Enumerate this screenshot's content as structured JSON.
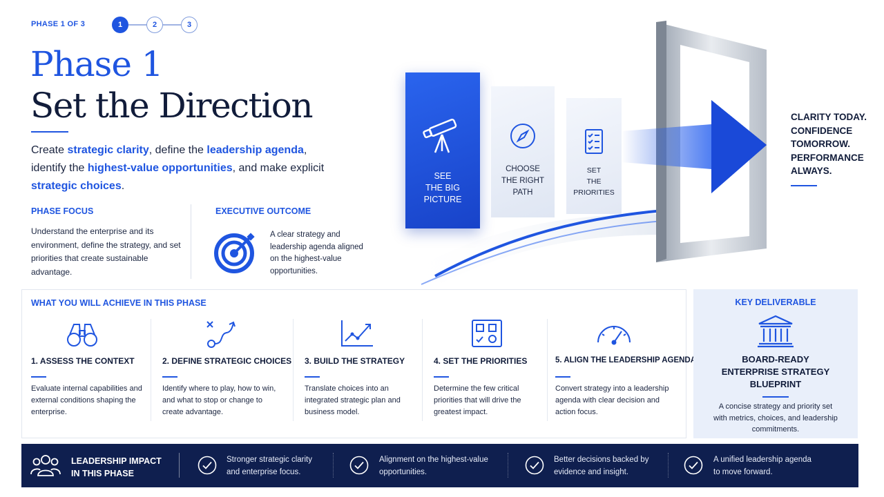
{
  "header": {
    "phase_label": "PHASE 1 OF 3",
    "steps": [
      "1",
      "2",
      "3"
    ],
    "active_step": 1,
    "title_line1": "Phase 1",
    "title_line2": "Set the Direction"
  },
  "intro": {
    "parts": [
      {
        "text": "Create ",
        "emphasis": false
      },
      {
        "text": "strategic clarity",
        "emphasis": true
      },
      {
        "text": ", define the ",
        "emphasis": false
      },
      {
        "text": "leadership agenda",
        "emphasis": true
      },
      {
        "text": ", identify the ",
        "emphasis": false
      },
      {
        "text": "highest-value opportunities",
        "emphasis": true
      },
      {
        "text": ", and make explicit ",
        "emphasis": false
      },
      {
        "text": "strategic choices",
        "emphasis": true
      },
      {
        "text": ".",
        "emphasis": false
      }
    ]
  },
  "phase_focus": {
    "heading": "PHASE FOCUS",
    "text": "Understand the enterprise and its environment, define the strategy, and set priorities that create sustainable advantage."
  },
  "executive_outcome": {
    "heading": "EXECUTIVE OUTCOME",
    "text": "A clear strategy and leadership agenda aligned on the highest-value opportunities.",
    "icon": "target-icon"
  },
  "hero": {
    "cards": [
      {
        "line1": "SEE",
        "line2": "THE BIG PICTURE",
        "icon": "telescope-icon"
      },
      {
        "line1": "CHOOSE",
        "line2": "THE RIGHT PATH",
        "icon": "compass-icon"
      },
      {
        "line1": "SET",
        "line2": "THE PRIORITIES",
        "icon": "checklist-icon"
      }
    ],
    "tagline": [
      "CLARITY TODAY.",
      "CONFIDENCE",
      "TOMORROW.",
      "PERFORMANCE",
      "ALWAYS."
    ]
  },
  "achieve": {
    "heading": "WHAT YOU WILL ACHIEVE IN THIS PHASE",
    "items": [
      {
        "title": "1. ASSESS THE CONTEXT",
        "text": "Evaluate internal capabilities and external conditions shaping the enterprise.",
        "icon": "binoculars-icon"
      },
      {
        "title": "2. DEFINE STRATEGIC CHOICES",
        "text": "Identify where to play, how to win, and what to stop or change to create advantage.",
        "icon": "path-choice-icon"
      },
      {
        "title": "3. BUILD THE STRATEGY",
        "text": "Translate choices into an integrated strategic plan and business model.",
        "icon": "growth-chart-icon"
      },
      {
        "title": "4. SET THE PRIORITIES",
        "text": "Determine the few critical priorities that will drive the greatest impact.",
        "icon": "priority-board-icon"
      },
      {
        "title": "5. ALIGN THE LEADERSHIP AGENDA",
        "text": "Convert strategy into a leadership agenda with clear decision and action focus.",
        "icon": "gauge-icon"
      }
    ]
  },
  "deliverable": {
    "heading": "KEY DELIVERABLE",
    "title": [
      "BOARD-READY",
      "ENTERPRISE STRATEGY",
      "BLUEPRINT"
    ],
    "text": "A concise strategy and priority set with metrics, choices, and leadership commitments.",
    "icon": "institution-icon"
  },
  "impact_bar": {
    "title": [
      "LEADERSHIP IMPACT",
      "IN THIS PHASE"
    ],
    "icon": "team-icon",
    "items": [
      {
        "text": [
          "Stronger strategic clarity",
          "and enterprise focus."
        ]
      },
      {
        "text": [
          "Alignment on the highest-value",
          "opportunities."
        ]
      },
      {
        "text": [
          "Better decisions backed by",
          "evidence and insight."
        ]
      },
      {
        "text": [
          "A unified leadership agenda",
          "to move forward."
        ]
      }
    ]
  },
  "colors": {
    "accent": "#1f55e0",
    "navy": "#111c3a",
    "bar_background": "#0f1f4f",
    "deliverable_background": "#e9effa"
  }
}
